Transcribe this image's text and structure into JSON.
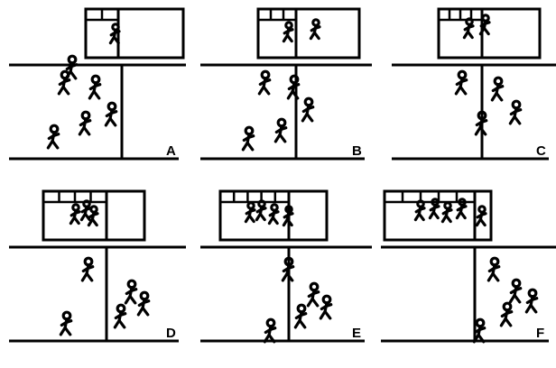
{
  "figure": {
    "panels": [
      {
        "id": "A",
        "label": "A",
        "figures_upper": 1,
        "figures_lower": 6
      },
      {
        "id": "B",
        "label": "B",
        "figures_upper": 2,
        "figures_lower": 5
      },
      {
        "id": "C",
        "label": "C",
        "figures_upper": 2,
        "figures_lower": 4
      },
      {
        "id": "D",
        "label": "D",
        "figures_upper": 3,
        "figures_lower": 5
      },
      {
        "id": "E",
        "label": "E",
        "figures_upper": 4,
        "figures_lower": 5
      },
      {
        "id": "F",
        "label": "F",
        "figures_upper": 5,
        "figures_lower": 5
      }
    ]
  },
  "colors": {
    "ink": "#000000",
    "background": "#ffffff"
  }
}
